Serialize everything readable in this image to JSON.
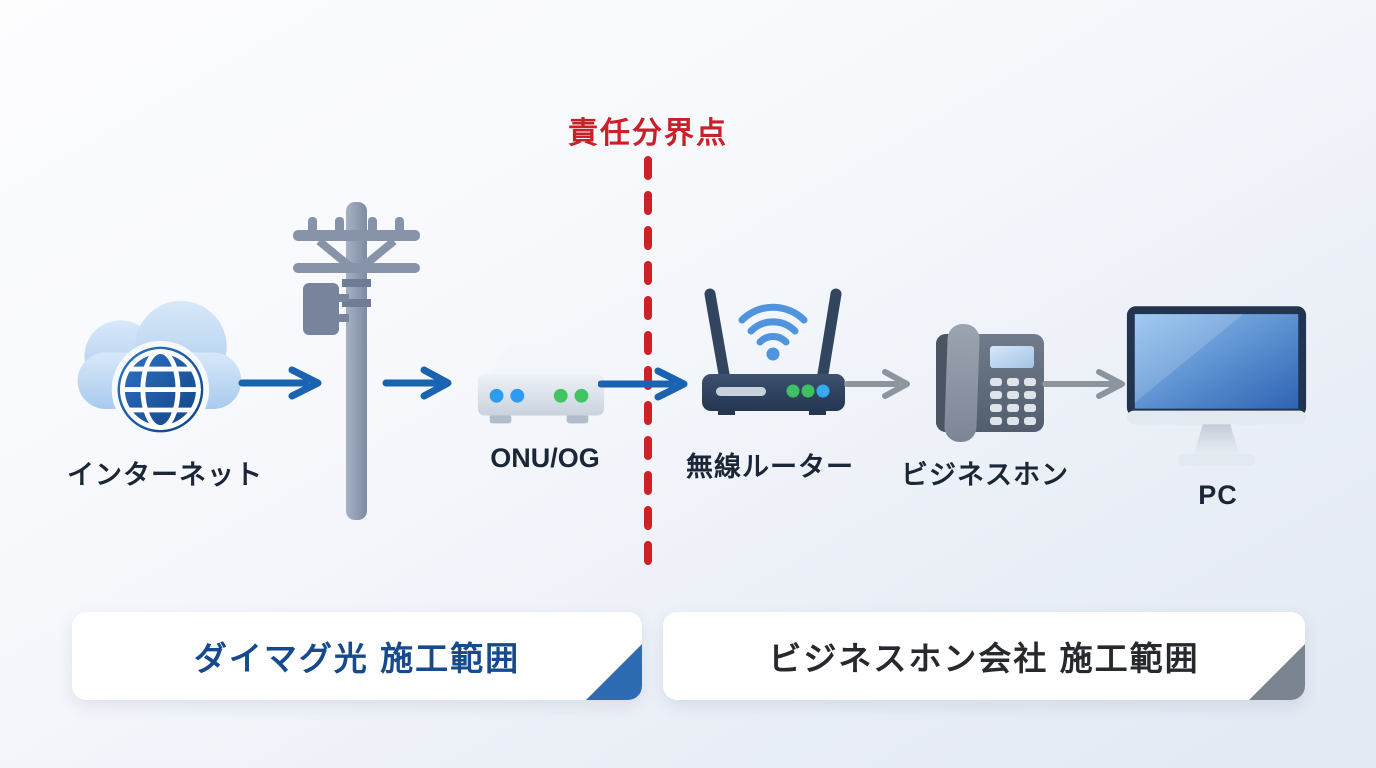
{
  "diagram": {
    "demarcation": {
      "label": "責任分界点",
      "color": "#c9202a"
    },
    "nodes": [
      {
        "id": "internet",
        "icon": "cloud-globe-icon",
        "label": "インターネット"
      },
      {
        "id": "utility-pole",
        "icon": "utility-pole-icon",
        "label": ""
      },
      {
        "id": "onu",
        "icon": "onu-modem-icon",
        "label": "ONU/OG"
      },
      {
        "id": "wireless-router",
        "icon": "wifi-router-icon",
        "label": "無線ルーター"
      },
      {
        "id": "business-phone",
        "icon": "desk-phone-icon",
        "label": "ビジネスホン"
      },
      {
        "id": "pc",
        "icon": "desktop-monitor-icon",
        "label": "PC"
      }
    ],
    "connections": [
      {
        "from": "internet",
        "to": "utility-pole",
        "color": "#1a63b0"
      },
      {
        "from": "utility-pole",
        "to": "onu",
        "color": "#1a63b0"
      },
      {
        "from": "onu",
        "to": "wireless-router",
        "color": "#1a63b0"
      },
      {
        "from": "wireless-router",
        "to": "business-phone",
        "color": "#8c949e"
      },
      {
        "from": "business-phone",
        "to": "pc",
        "color": "#8c949e"
      }
    ],
    "zones": [
      {
        "id": "daimag-hikari-scope",
        "label": "ダイマグ光 施工範囲",
        "text_color": "#17498d",
        "corner_color": "#2d6cb2"
      },
      {
        "id": "business-phone-company-scope",
        "label": "ビジネスホン会社 施工範囲",
        "text_color": "#26292d",
        "corner_color": "#7b8591"
      }
    ]
  }
}
